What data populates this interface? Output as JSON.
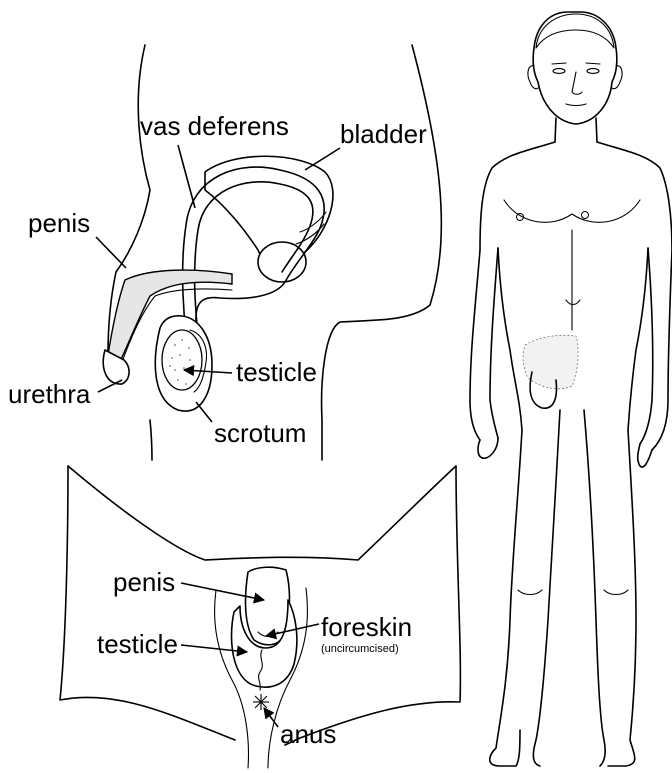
{
  "side_view_labels": {
    "vas_deferens": "vas deferens",
    "bladder": "bladder",
    "penis": "penis",
    "testicle": "testicle",
    "urethra": "urethra",
    "scrotum": "scrotum"
  },
  "front_view_labels": {
    "penis": "penis",
    "foreskin": "foreskin",
    "foreskin_note": "(uncircumcised)",
    "testicle": "testicle",
    "anus": "anus"
  },
  "colors": {
    "line": "#000000",
    "background": "#ffffff",
    "shading": "#e6e6e6"
  }
}
